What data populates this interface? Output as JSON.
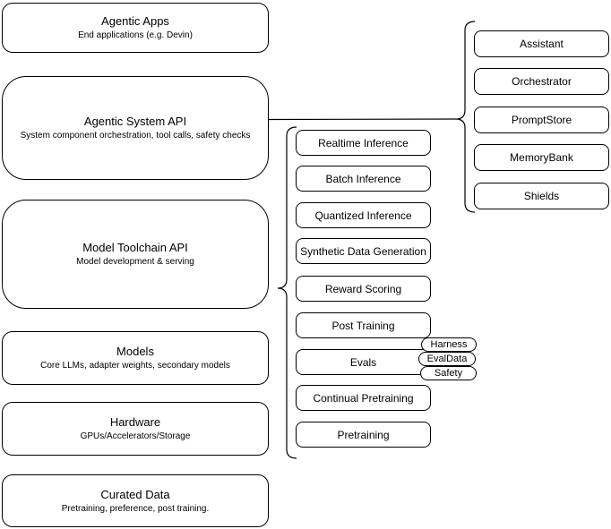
{
  "layers": [
    {
      "title": "Agentic Apps",
      "subtitle": "End applications (e.g. Devin)"
    },
    {
      "title": "Agentic System API",
      "subtitle": "System component orchestration, tool calls, safety checks"
    },
    {
      "title": "Model Toolchain API",
      "subtitle": "Model development & serving"
    },
    {
      "title": "Models",
      "subtitle": "Core LLMs, adapter weights, secondary models"
    },
    {
      "title": "Hardware",
      "subtitle": "GPUs/Accelerators/Storage"
    },
    {
      "title": "Curated Data",
      "subtitle": "Pretraining, preference, post training."
    }
  ],
  "toolchain": [
    "Realtime Inference",
    "Batch Inference",
    "Quantized Inference",
    "Synthetic Data Generation",
    "Reward Scoring",
    "Post Training",
    "Evals",
    "Continual Pretraining",
    "Pretraining"
  ],
  "evals_tags": [
    "Harness",
    "EvalData",
    "Safety"
  ],
  "system_components": [
    "Assistant",
    "Orchestrator",
    "PromptStore",
    "MemoryBank",
    "Shields"
  ],
  "colors": {
    "stroke": "#000000",
    "fill": "#ffffff",
    "text": "#000000"
  }
}
